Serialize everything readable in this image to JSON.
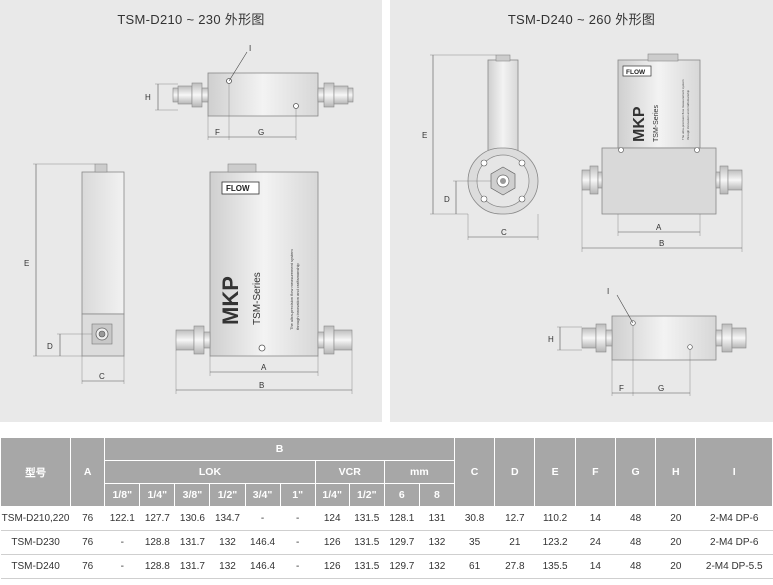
{
  "panels": {
    "left_title": "TSM-D210 ~ 230 外形图",
    "right_title": "TSM-D240 ~ 260 外形图"
  },
  "drawing_labels": {
    "flow": "FLOW",
    "logo": "MKP",
    "series": "TSM-Series",
    "fine_print_1": "The ultra-precision flow measurement system",
    "fine_print_2": "through innovation and craftsmanship",
    "dim_A": "A",
    "dim_B": "B",
    "dim_C": "C",
    "dim_D": "D",
    "dim_E": "E",
    "dim_F": "F",
    "dim_G": "G",
    "dim_H": "H",
    "dim_I": "I"
  },
  "table": {
    "model_header": "型号",
    "a_header": "A",
    "b_header": "B",
    "lok_header": "LOK",
    "vcr_header": "VCR",
    "mm_header": "mm",
    "c_header": "C",
    "d_header": "D",
    "e_header": "E",
    "f_header": "F",
    "g_header": "G",
    "h_header": "H",
    "i_header": "I",
    "sizes": [
      "1/8\"",
      "1/4\"",
      "3/8\"",
      "1/2\"",
      "3/4\"",
      "1\"",
      "1/4\"",
      "1/2\"",
      "6",
      "8"
    ],
    "rows": [
      [
        "TSM-D210,220",
        "76",
        "122.1",
        "127.7",
        "130.6",
        "134.7",
        "-",
        "-",
        "124",
        "131.5",
        "128.1",
        "131",
        "30.8",
        "12.7",
        "110.2",
        "14",
        "48",
        "20",
        "2-M4 DP-6"
      ],
      [
        "TSM-D230",
        "76",
        "-",
        "128.8",
        "131.7",
        "132",
        "146.4",
        "-",
        "126",
        "131.5",
        "129.7",
        "132",
        "35",
        "21",
        "123.2",
        "24",
        "48",
        "20",
        "2-M4 DP-6"
      ],
      [
        "TSM-D240",
        "76",
        "-",
        "128.8",
        "131.7",
        "132",
        "146.4",
        "-",
        "126",
        "131.5",
        "129.7",
        "132",
        "61",
        "27.8",
        "135.5",
        "14",
        "48",
        "20",
        "2-M4 DP-5.5"
      ]
    ]
  }
}
